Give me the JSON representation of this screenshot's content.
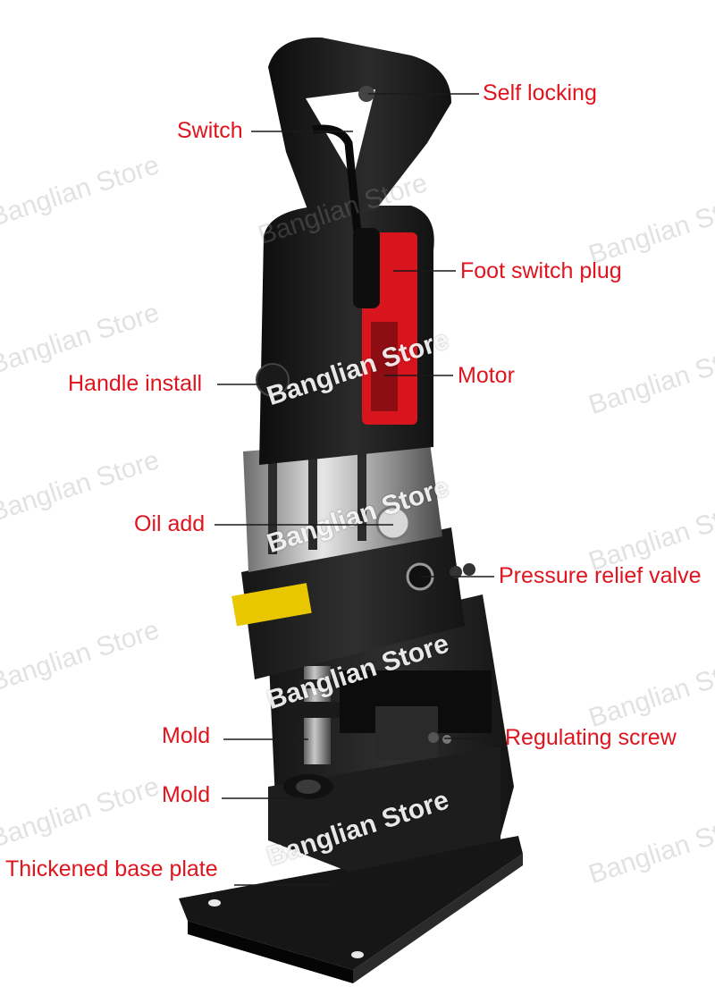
{
  "labels": {
    "self_locking": "Self locking",
    "switch": "Switch",
    "foot_switch_plug": "Foot switch plug",
    "handle_install": "Handle install",
    "motor": "Motor",
    "oil_add": "Oil add",
    "pressure_relief_valve": "Pressure relief valve",
    "mold_upper": "Mold",
    "regulating_screw": "Regulating screw",
    "mold_lower": "Mold",
    "thickened_base_plate": "Thickened base plate"
  },
  "watermark": {
    "text": "Banglian Store"
  },
  "colors": {
    "label": "#e0141e",
    "tool_body": "#1c1c1c",
    "accent": "#d8141c",
    "background": "#ffffff"
  }
}
